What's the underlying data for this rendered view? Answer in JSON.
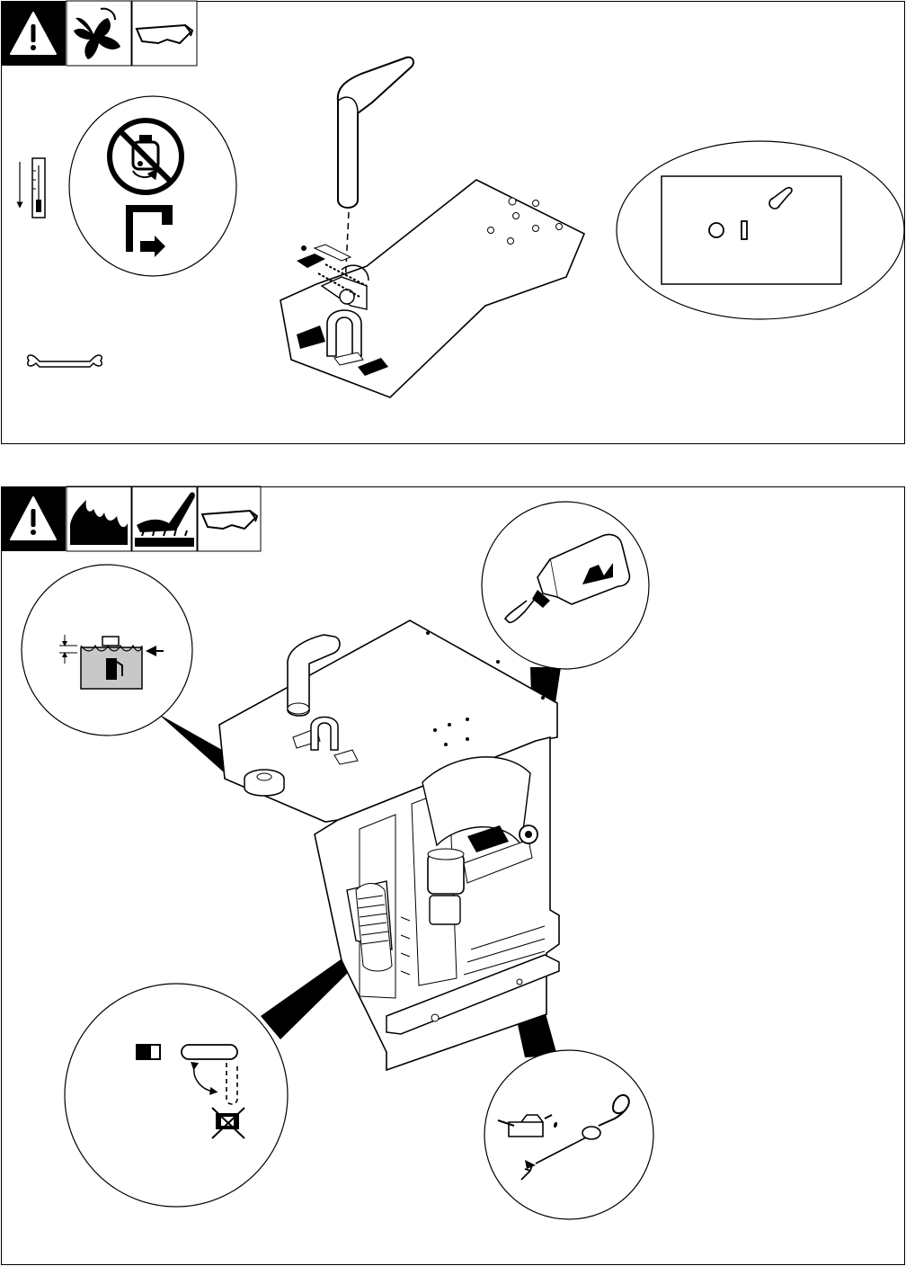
{
  "page": {
    "panels": [
      {
        "id": "install-exhaust",
        "safety_icons": [
          "warning-triangle-icon",
          "moving-parts-hand-icon",
          "safety-glasses-icon"
        ],
        "callouts": [
          "no-running-engine-icon",
          "cool-down-thermometer-icon",
          "open-end-wrench-icon",
          "switch-panel-callout"
        ]
      },
      {
        "id": "check-fluids",
        "safety_icons": [
          "warning-triangle-icon",
          "fire-hazard-icon",
          "hot-surface-hand-icon",
          "safety-glasses-icon"
        ],
        "callouts": [
          "fuel-level-callout",
          "oil-fill-callout",
          "oil-dipstick-callout",
          "air-cleaner-callout"
        ]
      }
    ]
  }
}
